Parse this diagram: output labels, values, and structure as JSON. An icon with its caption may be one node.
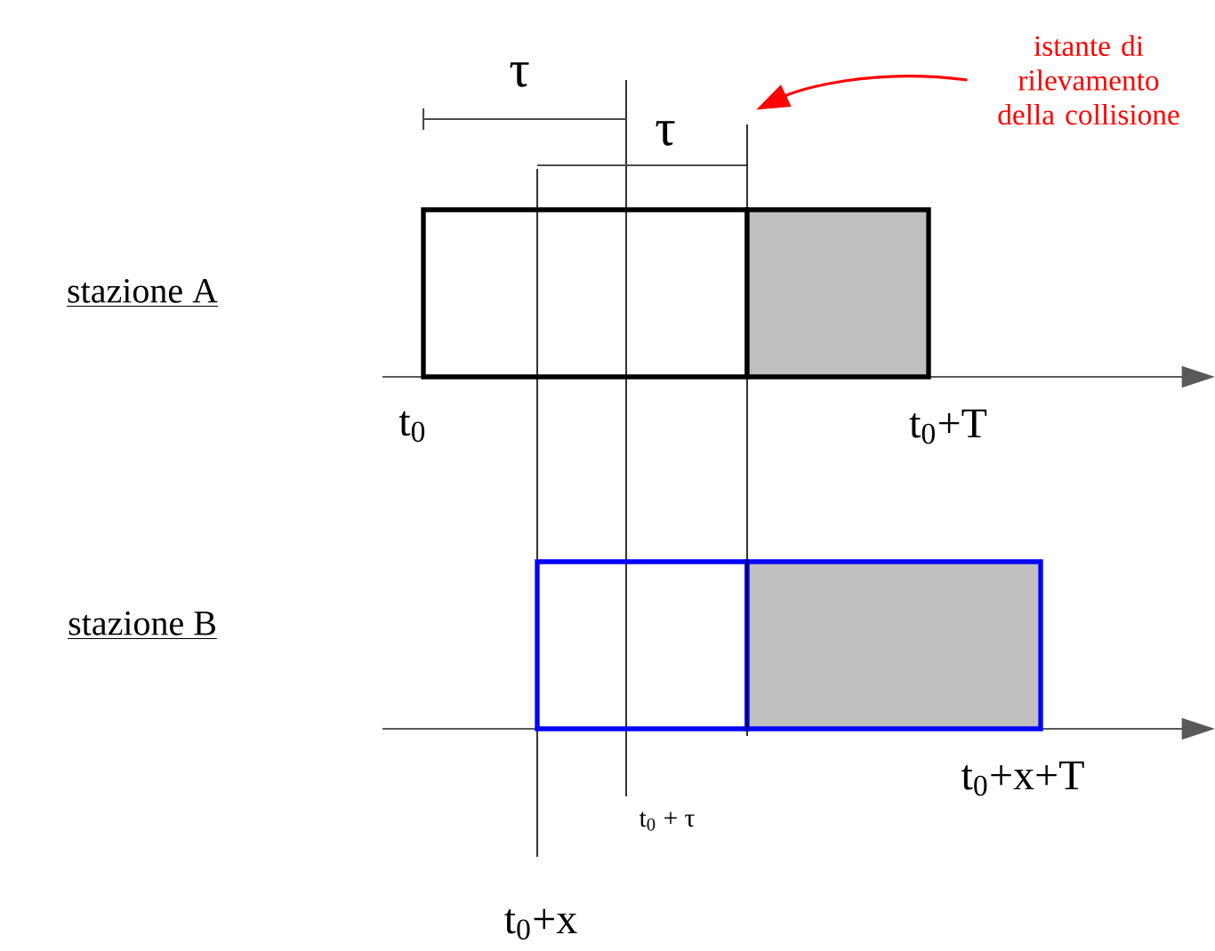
{
  "diagram": {
    "nodes": [
      {
        "text": [
          "istante di rilevamento della collisione"
        ]
      },
      {
        "text": [],
        "shape": "line"
      }
    ],
    "edges": [
      {
        "from": 0,
        "to": 1,
        "arrow": "to",
        "color": "#ff0000"
      }
    ],
    "labels": [
      "τ",
      "τ",
      "stazione A",
      "t$_{0}$",
      "t$_{0}$+T",
      "stazione B",
      "t$_{0}$+x+T",
      "t$_{0}$ + τ",
      "t$_{0}$+x"
    ]
  }
}
